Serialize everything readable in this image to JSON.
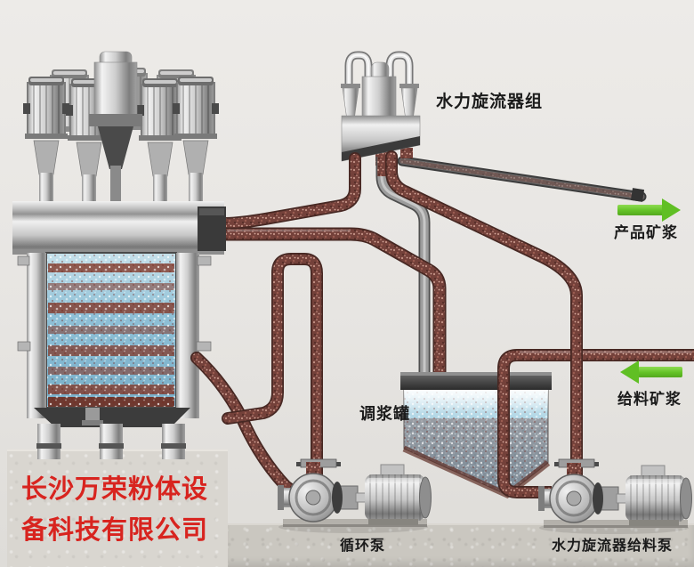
{
  "labels": {
    "hydrocyclone_group": "水力旋流器组",
    "product_slurry": "产品矿浆",
    "feed_slurry": "给料矿浆",
    "conditioning_tank": "调浆罐",
    "circulation_pump": "循环泵",
    "cyclone_feed_pump": "水力旋流器给料泵"
  },
  "company": {
    "name_line1": "长沙万荣粉体设",
    "name_line2": "备科技有限公司"
  },
  "colors": {
    "arrow_green": "#60bf24",
    "company_red": "#d8241f",
    "slurry_pipe_red": "#74413a",
    "slurry_blue": "#8fc3d8",
    "background_gray": "#e7e5e2",
    "label_text": "#1b1b1b"
  }
}
